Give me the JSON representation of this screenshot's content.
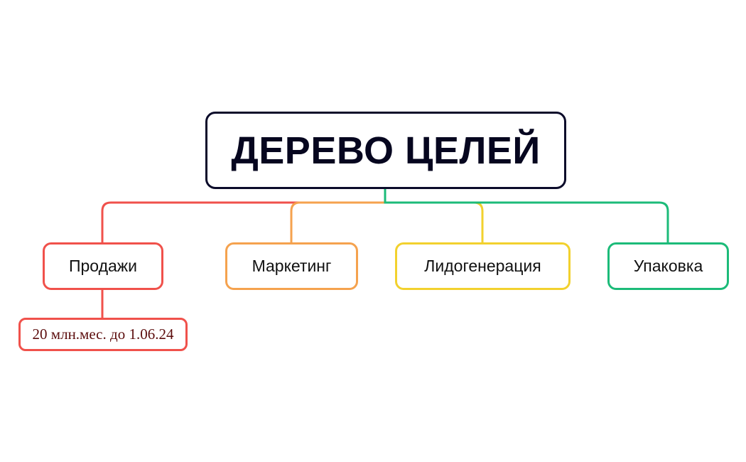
{
  "diagram": {
    "root": {
      "label": "ДЕРЕВО ЦЕЛЕЙ",
      "border_color": "#0b0b2a"
    },
    "children": [
      {
        "label": "Продажи",
        "color": "#f0514b",
        "children": [
          {
            "label": "20 млн.мес. до 1.06.24",
            "color": "#f0514b"
          }
        ]
      },
      {
        "label": "Маркетинг",
        "color": "#f5a24e",
        "children": []
      },
      {
        "label": "Лидогенерация",
        "color": "#f2d12e",
        "children": []
      },
      {
        "label": "Упаковка",
        "color": "#1cbb79",
        "children": []
      }
    ]
  }
}
